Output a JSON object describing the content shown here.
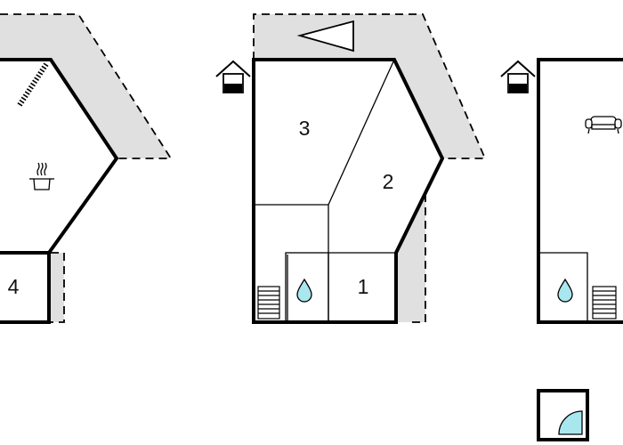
{
  "rooms": [
    {
      "id": "room-4",
      "label": "4"
    },
    {
      "id": "room-3",
      "label": "3"
    },
    {
      "id": "room-2",
      "label": "2"
    },
    {
      "id": "room-1",
      "label": "1"
    }
  ],
  "icons": [
    "stairs-icon",
    "kitchen-pot-icon",
    "entrance-house-icon",
    "shower-drop-icon",
    "stairs-icon",
    "sofa-icon",
    "shower-icon"
  ],
  "colors": {
    "wall": "#000000",
    "terrace": "#e0e0e0",
    "water": "#a9e7ef",
    "background": "#ffffff"
  }
}
